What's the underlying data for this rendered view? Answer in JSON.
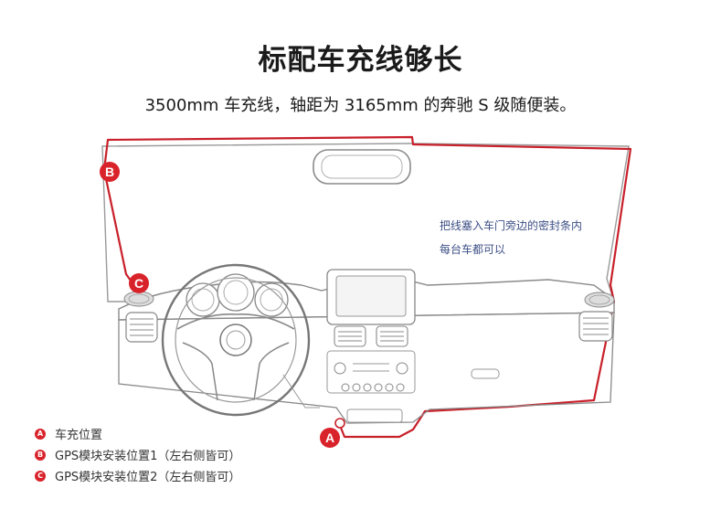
{
  "heading": "标配车充线够长",
  "subheading": "3500mm 车充线，轴距为 3165mm 的奔驰 S 级随便装。",
  "note_lines": [
    "把线塞入车门旁边的密封条内",
    "每台车都可以"
  ],
  "markers": {
    "a": "A",
    "b": "B",
    "c": "C"
  },
  "legend": [
    {
      "badge": "A",
      "text": "车充位置"
    },
    {
      "badge": "B",
      "text": "GPS模块安装位置1（左右侧皆可）"
    },
    {
      "badge": "C",
      "text": "GPS模块安装位置2（左右侧皆可）"
    }
  ],
  "colors": {
    "cable": "#c8202a",
    "marker": "#d9232b",
    "note": "#3d4f86",
    "outline": "#8a8a8a"
  }
}
